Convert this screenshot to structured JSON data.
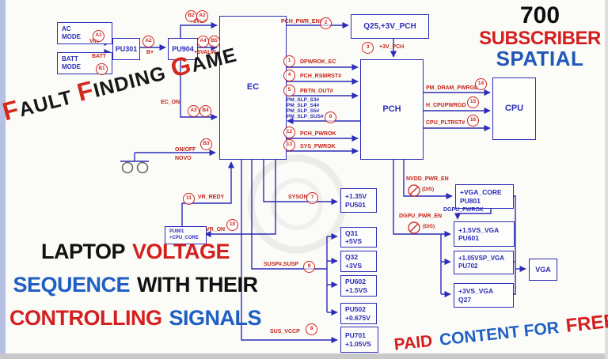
{
  "colors": {
    "diagram_blue": "#2c2cb8",
    "signal_red": "#c4241c",
    "frame_left": "#b6c0e5",
    "frame_bottom": "#c9c9c9",
    "overlay_red": "#d41f1f",
    "overlay_blue": "#1f5fc4",
    "overlay_black": "#111111"
  },
  "overlays": {
    "stamp": {
      "f1": "F",
      "t1": "AULT ",
      "f2": "F",
      "t2": "INDING ",
      "f3": "G",
      "t3": "AME"
    },
    "promo": {
      "count": "700",
      "line2": "SUBSCRIBER",
      "line3": "SPATIAL"
    },
    "title": {
      "w1": "LAPTOP",
      "w2": "VOLTAGE",
      "w3": "SEQUENCE",
      "w4": "WITH THEIR",
      "w5": "CONTROLLING",
      "w6": "SIGNALS"
    },
    "footer": {
      "w1": "PAID",
      "w2": "CONTENT FOR",
      "w3": "FREE"
    }
  },
  "blocks": {
    "ac_mode": "AC\nMODE",
    "batt_mode": "BATT\nMODE",
    "pu301": "PU301",
    "pu904": "PU904",
    "ec": "EC",
    "q25": "Q25,+3V_PCH",
    "pch": "PCH",
    "cpu": "CPU",
    "pu901": "PU901\n+CPU_CORE",
    "pu501": "+1.35V\nPU501",
    "q31": "Q31\n+5VS",
    "q32": "Q32\n+3VS",
    "pu602": "PU602\n+1.5VS",
    "pu502": "PU502\n+0.675V",
    "pu701": "PU701\n+1.05VS",
    "pu801": "+VGA_CORE\nPU801",
    "pu601": "+1.5VS_VGA\nPU601",
    "pu702": "+1.05VSP_VGA\nPU702",
    "q27": "+3VS_VGA\nQ27",
    "vga": "VGA"
  },
  "labels": {
    "vin": "VIN",
    "batt": "BATT",
    "bplus": "B+",
    "v3vlp": "+3VLP",
    "v3valw": "+3VALW",
    "ec_on": "EC_ON",
    "pch_pwr_en": "PCH_PWR_EN#",
    "v3v_pch": "+3V_PCH",
    "dpwrok_ec": "DPWROK_EC",
    "pch_rsmrst": "PCH_RSMRST#",
    "pbtn_out": "PBTN_OUT#",
    "pm_slp_s3": "PM_SLP_S3#",
    "pm_slp_s4": "PM_SLP_S4#",
    "pm_slp_s5": "PM_SLP_S5#",
    "pm_slp_sus": "PM_SLP_SUS#",
    "pch_pwrok": "PCH_PWROK",
    "sys_pwrok": "SYS_PWROK",
    "pm_dram_pwrgd": "PM_DRAM_PWRGD",
    "h_cpupwrgd": "H_CPUPWRGD",
    "cpu_pltrst": "CPU_PLTRST#",
    "on_off": "ON/OFF",
    "novo": "NOVO",
    "vr_redy": "VR_REDY",
    "vr_on": "VR_ON",
    "syson": "SYSON",
    "susp": "SUSP#,SUSP",
    "sus_vccp": "SUS_VCCP",
    "nvdd_pwr_en": "NVDD_PWR_EN",
    "dgpu_pwr_en": "DGPU_PWR_EN",
    "dgpu_pwrok": "DGPU_PWROK",
    "dis1": "(DIS)",
    "dis2": "(DIS)"
  },
  "badges": {
    "a1": "A1",
    "b1": "B1",
    "a2_pu301": "A2",
    "b2_top": "B2",
    "a2_top": "A2",
    "a4": "A4",
    "b5": "B5",
    "a3": "A3",
    "b4": "B4",
    "b3_onoff": "B3",
    "n1": "1",
    "n2": "2",
    "n3": "3",
    "n4": "4",
    "n5": "5",
    "n6": "6",
    "n7": "7",
    "n8": "8",
    "n9": "9",
    "n10": "10",
    "n11": "11",
    "n12": "12",
    "n13": "13",
    "n14": "14",
    "n15": "15",
    "n16": "16"
  }
}
